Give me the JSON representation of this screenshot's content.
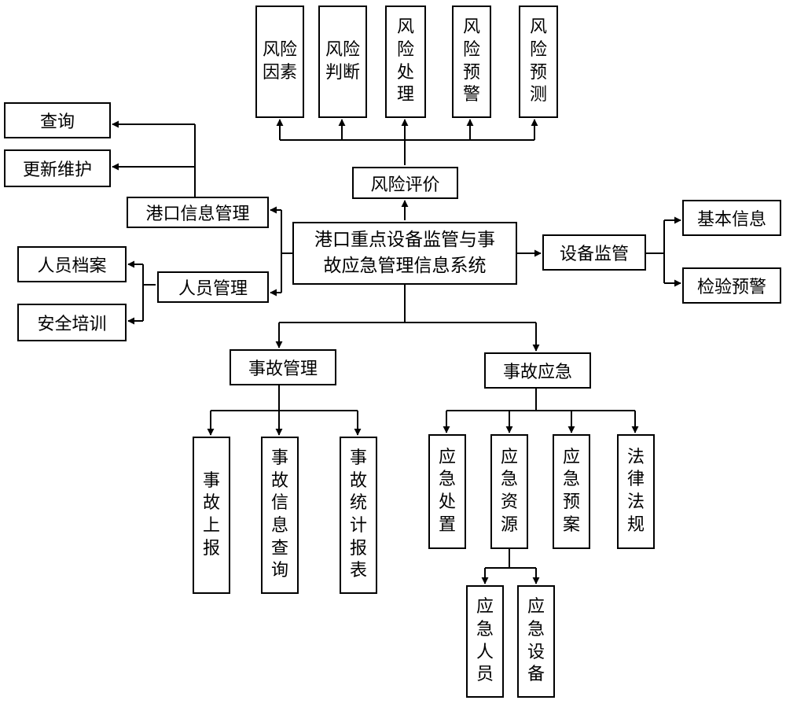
{
  "center": {
    "line1": "港口重点设备监管与事",
    "line2": "故应急管理信息系统"
  },
  "risk_evaluation": "风险评价",
  "risk_items": [
    "风险因素",
    "风险判断",
    "风险处理",
    "风险预警",
    "风险预测"
  ],
  "port_info_mgmt": "港口信息管理",
  "port_info_items": [
    "查询",
    "更新维护"
  ],
  "personnel_mgmt": "人员管理",
  "personnel_items": [
    "人员档案",
    "安全培训"
  ],
  "equipment_supervision": "设备监管",
  "equipment_items": [
    "基本信息",
    "检验预警"
  ],
  "accident_mgmt": "事故管理",
  "accident_mgmt_items": [
    "事故上报",
    "事故信息查询",
    "事故统计报表"
  ],
  "accident_emergency": "事故应急",
  "accident_emergency_items": [
    "应急处置",
    "应急资源",
    "应急预案",
    "法律法规"
  ],
  "emergency_resource_items": [
    "应急人员",
    "应急设备"
  ]
}
